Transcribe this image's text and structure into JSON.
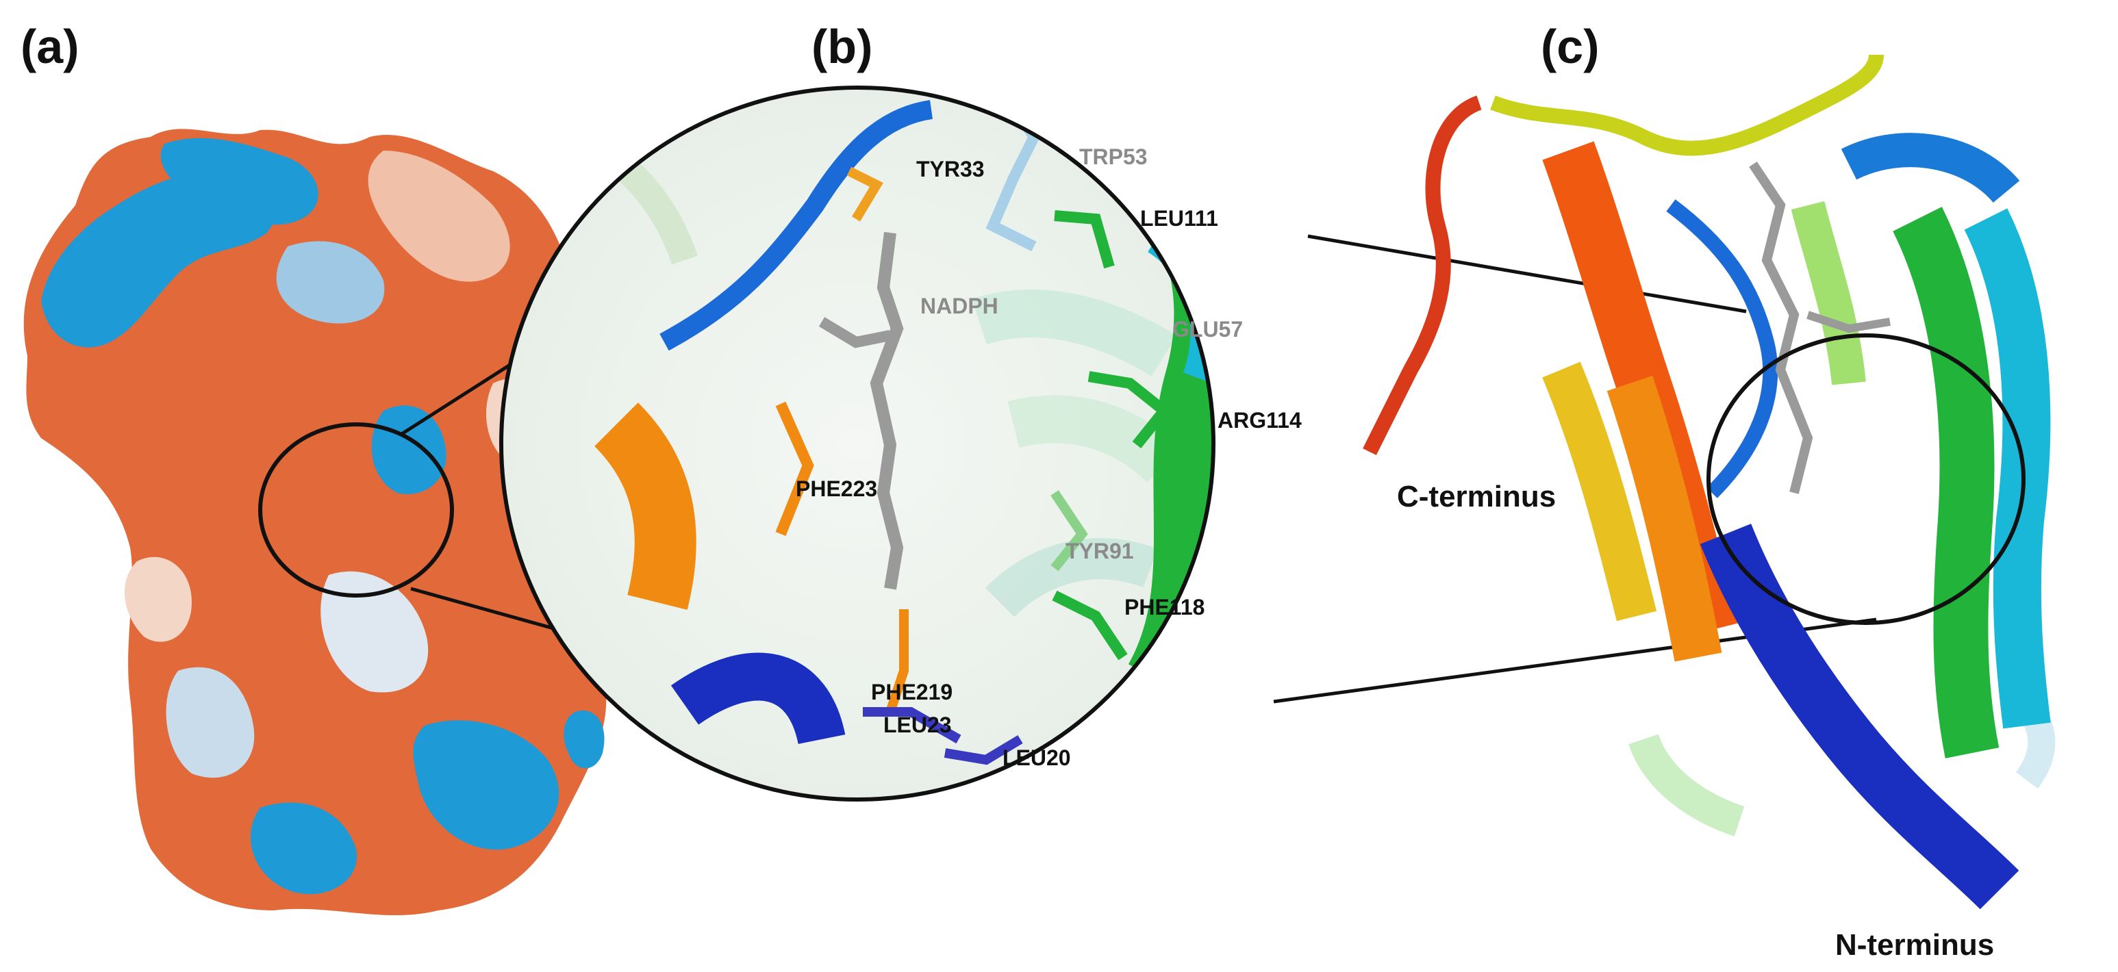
{
  "panels": {
    "a": "(a)",
    "b": "(b)",
    "c": "(c)"
  },
  "residues": {
    "tyr33": "TYR33",
    "trp53": "TRP53",
    "leu111": "LEU111",
    "nadph": "NADPH",
    "glu57": "GLU57",
    "arg114": "ARG114",
    "phe223": "PHE223",
    "tyr91": "TYR91",
    "phe118": "PHE118",
    "phe219": "PHE219",
    "leu23": "LEU23",
    "leu20": "LEU20"
  },
  "termini": {
    "c": "C-terminus",
    "n": "N-terminus"
  },
  "colors": {
    "hydrophilic": "#1e9ad6",
    "hydrophobic": "#e26a3a",
    "neutral": "#e9eef2",
    "helix_green": "#22b33a",
    "helix_blue": "#1a2fc0",
    "helix_orange": "#f08a10",
    "helix_red": "#d93a1a",
    "helix_yellow": "#c8d21a",
    "helix_cyan": "#1ab8d8",
    "nadph_gray": "#9a9a9a"
  }
}
